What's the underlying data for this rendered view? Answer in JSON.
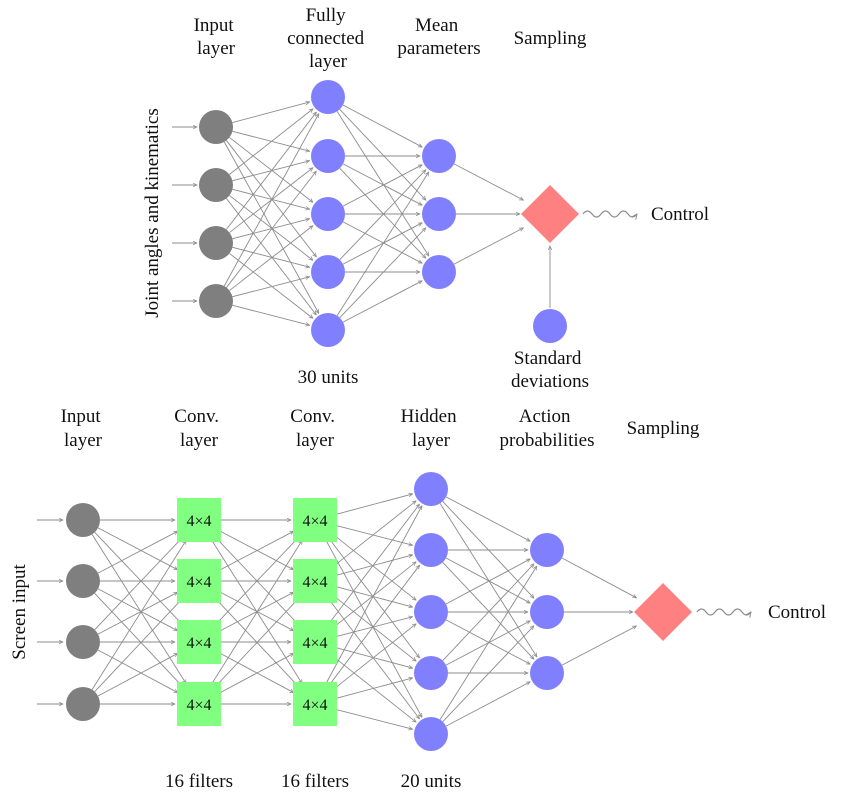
{
  "colors": {
    "input_node": "#7f7f7f",
    "unit_node": "#8080ff",
    "conv_box": "#80ff80",
    "sampling": "#ff8080",
    "edge": "#8c8c8c",
    "text": "#111111"
  },
  "top": {
    "side_label": "Joint angles and kinematics",
    "header_input": [
      "Input",
      "layer"
    ],
    "header_fc": [
      "Fully",
      "connected",
      "layer"
    ],
    "header_mean": [
      "Mean",
      "parameters"
    ],
    "header_sampling": "Sampling",
    "units_label": "30 units",
    "std_label": [
      "Standard",
      "deviations"
    ],
    "output_label": "Control",
    "input_node_count": 4,
    "fc_node_count": 5,
    "mean_node_count": 3
  },
  "bottom": {
    "side_label": "Screen input",
    "header_input": [
      "Input",
      "layer"
    ],
    "header_conv1": [
      "Conv.",
      "layer"
    ],
    "header_conv2": [
      "Conv.",
      "layer"
    ],
    "header_hidden": [
      "Hidden",
      "layer"
    ],
    "header_action": [
      "Action",
      "probabilities"
    ],
    "header_sampling": "Sampling",
    "filter_label": "4×4",
    "conv1_caption": "16 filters",
    "conv2_caption": "16 filters",
    "hidden_caption": "20 units",
    "output_label": "Control",
    "input_node_count": 4,
    "conv_box_count": 4,
    "hidden_node_count": 5,
    "action_node_count": 3
  }
}
